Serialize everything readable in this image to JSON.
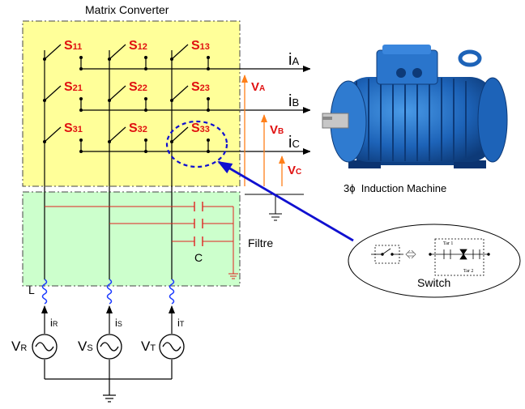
{
  "title": "Matrix Converter",
  "switches": {
    "s11": {
      "main": "S",
      "sub": "11"
    },
    "s12": {
      "main": "S",
      "sub": "12"
    },
    "s13": {
      "main": "S",
      "sub": "13"
    },
    "s21": {
      "main": "S",
      "sub": "21"
    },
    "s22": {
      "main": "S",
      "sub": "22"
    },
    "s23": {
      "main": "S",
      "sub": "23"
    },
    "s31": {
      "main": "S",
      "sub": "31"
    },
    "s32": {
      "main": "S",
      "sub": "32"
    },
    "s33": {
      "main": "S",
      "sub": "33"
    }
  },
  "outputs": {
    "iA": {
      "main": "i",
      "sub": "A"
    },
    "iB": {
      "main": "i",
      "sub": "B"
    },
    "iC": {
      "main": "i",
      "sub": "C"
    },
    "VA": {
      "main": "V",
      "sub": "A"
    },
    "VB": {
      "main": "V",
      "sub": "B"
    },
    "VC": {
      "main": "V",
      "sub": "C"
    }
  },
  "machine_label": "3ϕ  Induction Machine",
  "filter_label": "Filtre",
  "capacitor_label": "C",
  "inductor_label": "L",
  "switch_callout": "Switch",
  "igbt_labels": {
    "t1": "Tar 1",
    "t2": "Tar 2"
  },
  "sources": {
    "VR": {
      "main": "V",
      "sub": "R"
    },
    "VS": {
      "main": "V",
      "sub": "S"
    },
    "VT": {
      "main": "V",
      "sub": "T"
    },
    "iR": {
      "main": "i",
      "sub": "R"
    },
    "iS": {
      "main": "i",
      "sub": "S"
    },
    "iT": {
      "main": "i",
      "sub": "T"
    }
  },
  "colors": {
    "converter_fill": "#ffff99",
    "filter_fill": "#ccffcc",
    "switch_label": "#e01010",
    "voltage_arrow": "#ff7f1a",
    "filter_wire": "#e02020",
    "inductor": "#1a3aff",
    "callout": "#1010d0",
    "machine_blue": "#1d63b8"
  }
}
